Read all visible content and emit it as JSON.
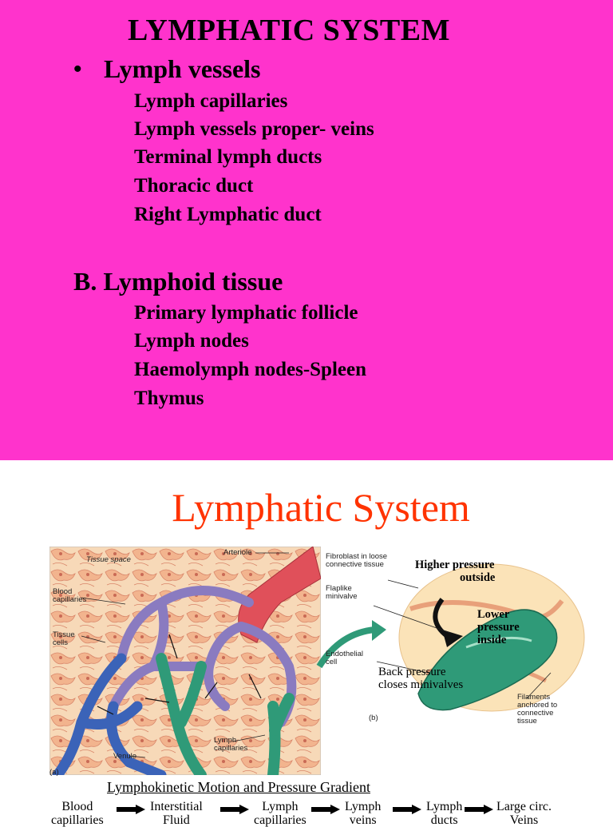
{
  "slide1": {
    "title": "LYMPHATIC SYSTEM",
    "bullet": "•",
    "section_a": {
      "heading": "Lymph vessels",
      "items": [
        "Lymph capillaries",
        "Lymph vessels proper- veins",
        "Terminal lymph ducts",
        "Thoracic duct",
        "Right Lymphatic duct"
      ]
    },
    "section_b": {
      "heading": "B. Lymphoid tissue",
      "items": [
        "Primary lymphatic follicle",
        "Lymph nodes",
        "Haemolymph nodes-Spleen",
        "Thymus"
      ]
    },
    "background_color": "#ff33cc"
  },
  "slide2": {
    "title": "Lymphatic System",
    "title_color": "#ff3300",
    "figure_a": {
      "labels": {
        "tissue_space": "Tissue space",
        "arteriole": "Arteriole",
        "blood_capillaries_1": "Blood",
        "blood_capillaries_2": "capillaries",
        "tissue_cells_1": "Tissue",
        "tissue_cells_2": "cells",
        "lymph_capillaries_1": "Lymph",
        "lymph_capillaries_2": "capillaries",
        "venule": "Venule",
        "panel": "(a)"
      }
    },
    "figure_b": {
      "labels": {
        "fibroblast_1": "Fibroblast in loose",
        "fibroblast_2": "connective tissue",
        "flaplike_1": "Flaplike",
        "flaplike_2": "minivalve",
        "endothelial_1": "Endothelial",
        "endothelial_2": "cell",
        "filaments_1": "Filaments",
        "filaments_2": "anchored to",
        "filaments_3": "connective",
        "filaments_4": "tissue",
        "panel": "(b)"
      },
      "callouts": {
        "higher_1": "Higher pressure",
        "higher_2": "outside",
        "lower_1": "Lower",
        "lower_2": "pressure",
        "lower_3": "inside",
        "back_1": "Back pressure",
        "back_2": "closes minivalves"
      }
    },
    "flow": {
      "title": "Lymphokinetic Motion and Pressure Gradient",
      "steps": [
        {
          "line1": "Blood",
          "line2": "capillaries"
        },
        {
          "line1": "Interstitial",
          "line2": "Fluid"
        },
        {
          "line1": "Lymph",
          "line2": "capillaries"
        },
        {
          "line1": "Lymph",
          "line2": "veins"
        },
        {
          "line1": "Lymph",
          "line2": "ducts"
        },
        {
          "line1": "Large circ.",
          "line2": "Veins"
        }
      ]
    }
  }
}
